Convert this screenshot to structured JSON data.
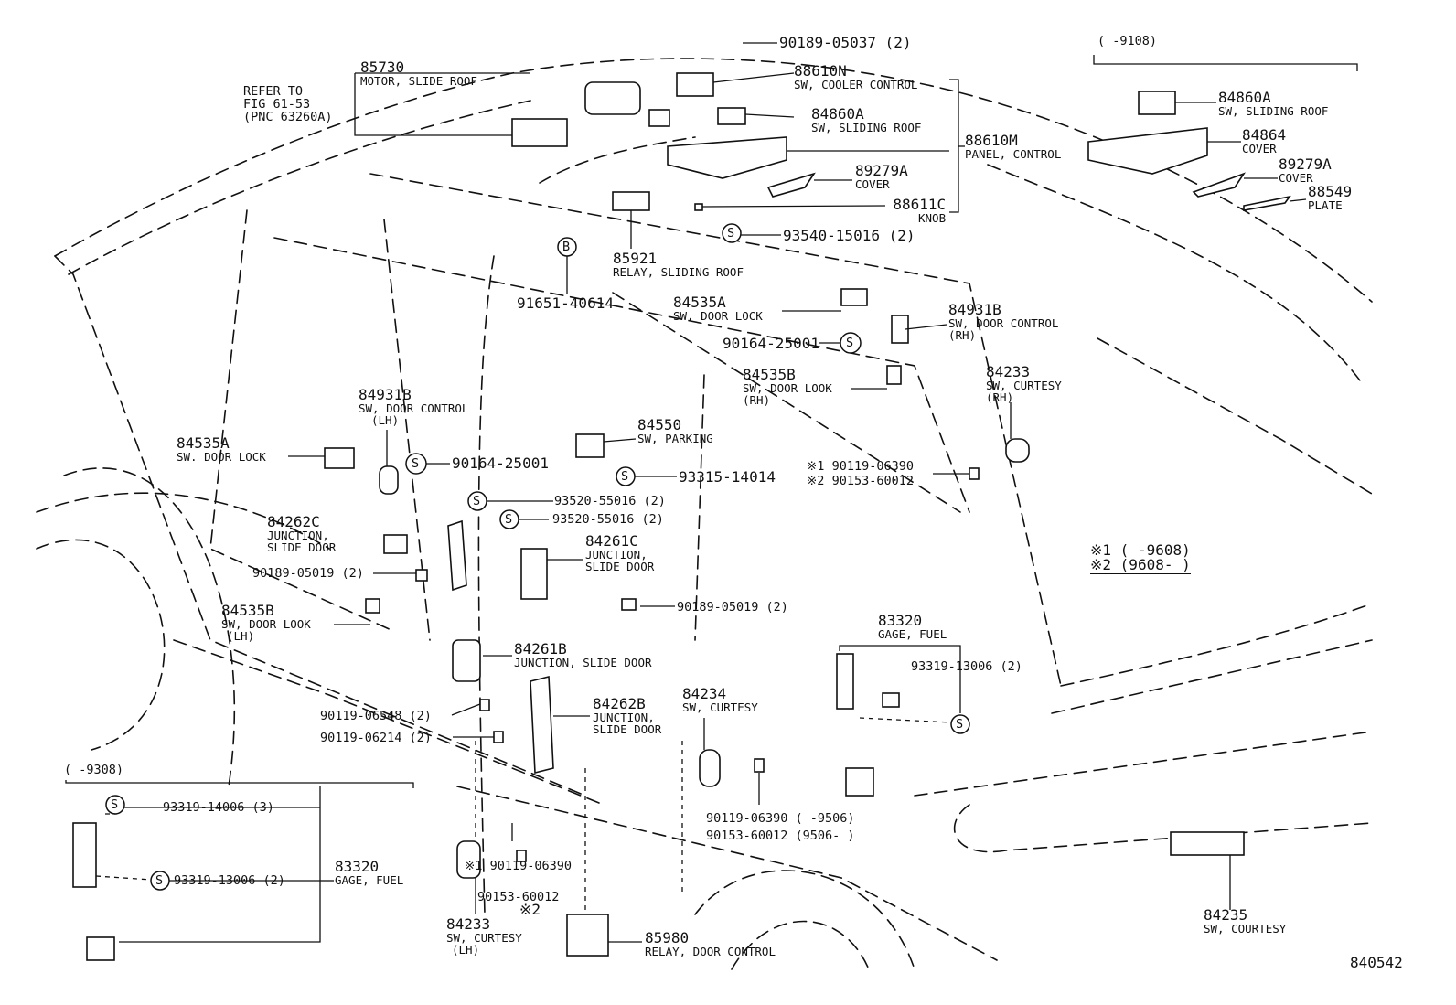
{
  "diagram": {
    "figure_number": "840542",
    "refer_note": [
      "REFER TO",
      "FIG 61-53",
      "(PNC 63260A)"
    ],
    "callout_s": "S",
    "callout_b": "B",
    "inset_top_range": "(      -9108)",
    "inset_bottom_range": "(      -9308)",
    "legend": {
      "line1": "※1 (      -9608)",
      "line2": "※2 (9608-      )"
    }
  },
  "parts": [
    {
      "id": "85730",
      "num": "85730",
      "desc": [
        "MOTOR, SLIDE ROOF"
      ]
    },
    {
      "id": "90189-05037",
      "num": "90189-05037 (2)",
      "desc": []
    },
    {
      "id": "88610N",
      "num": "88610N",
      "desc": [
        "SW, COOLER CONTROL"
      ]
    },
    {
      "id": "84860A-main",
      "num": "84860A",
      "desc": [
        "SW, SLIDING ROOF"
      ]
    },
    {
      "id": "88610M",
      "num": "88610M",
      "desc": [
        "PANEL, CONTROL"
      ]
    },
    {
      "id": "89279A-main",
      "num": "89279A",
      "desc": [
        "COVER"
      ]
    },
    {
      "id": "88611C",
      "num": "88611C",
      "desc": [
        "KNOB"
      ]
    },
    {
      "id": "93540-15016",
      "num": "93540-15016 (2)",
      "desc": []
    },
    {
      "id": "85921",
      "num": "85921",
      "desc": [
        "RELAY, SLIDING ROOF"
      ]
    },
    {
      "id": "91651-40614",
      "num": "91651-40614",
      "desc": []
    },
    {
      "id": "84860A-inset",
      "num": "84860A",
      "desc": [
        "SW, SLIDING ROOF"
      ]
    },
    {
      "id": "84864",
      "num": "84864",
      "desc": [
        "COVER"
      ]
    },
    {
      "id": "89279A-inset",
      "num": "89279A",
      "desc": [
        "COVER"
      ]
    },
    {
      "id": "88549",
      "num": "88549",
      "desc": [
        "PLATE"
      ]
    },
    {
      "id": "84535A-rh",
      "num": "84535A",
      "desc": [
        "SW, DOOR LOCK"
      ]
    },
    {
      "id": "90164-25001-rh",
      "num": "90164-25001",
      "desc": []
    },
    {
      "id": "84931B-rh",
      "num": "84931B",
      "desc": [
        "SW, DOOR CONTROL",
        "(RH)"
      ]
    },
    {
      "id": "84535B-rh",
      "num": "84535B",
      "desc": [
        "SW, DOOR LOOK",
        "(RH)"
      ]
    },
    {
      "id": "84233-rh",
      "num": "84233",
      "desc": [
        "SW, CURTESY",
        "(RH)"
      ]
    },
    {
      "id": "90119-06390-a",
      "num": "※1 90119-06390",
      "desc": []
    },
    {
      "id": "90153-60012-a",
      "num": "※2 90153-60012",
      "desc": []
    },
    {
      "id": "84931B-lh",
      "num": "84931B",
      "desc": [
        "SW, DOOR CONTROL",
        "(LH)"
      ]
    },
    {
      "id": "84535A-lh",
      "num": "84535A",
      "desc": [
        "SW. DOOR LOCK"
      ]
    },
    {
      "id": "90164-25001-lh",
      "num": "90164-25001",
      "desc": []
    },
    {
      "id": "84550",
      "num": "84550",
      "desc": [
        "SW, PARKING"
      ]
    },
    {
      "id": "93315-14014",
      "num": "93315-14014",
      "desc": []
    },
    {
      "id": "93520-55016-a",
      "num": "93520-55016 (2)",
      "desc": []
    },
    {
      "id": "93520-55016-b",
      "num": "93520-55016 (2)",
      "desc": []
    },
    {
      "id": "84262C",
      "num": "84262C",
      "desc": [
        "JUNCTION,",
        "SLIDE DOOR"
      ]
    },
    {
      "id": "84261C",
      "num": "84261C",
      "desc": [
        "JUNCTION,",
        "SLIDE DOOR"
      ]
    },
    {
      "id": "90189-05019-a",
      "num": "90189-05019 (2)",
      "desc": []
    },
    {
      "id": "90189-05019-b",
      "num": "90189-05019 (2)",
      "desc": []
    },
    {
      "id": "84535B-lh",
      "num": "84535B",
      "desc": [
        "SW, DOOR LOOK",
        "(LH)"
      ]
    },
    {
      "id": "84261B",
      "num": "84261B",
      "desc": [
        "JUNCTION,  SLIDE DOOR"
      ]
    },
    {
      "id": "83320-main",
      "num": "83320",
      "desc": [
        "GAGE, FUEL"
      ]
    },
    {
      "id": "93319-13006-main",
      "num": "93319-13006 (2)",
      "desc": []
    },
    {
      "id": "90119-06548",
      "num": "90119-06548 (2)",
      "desc": []
    },
    {
      "id": "90119-06214",
      "num": "90119-06214 (2)",
      "desc": []
    },
    {
      "id": "84262B",
      "num": "84262B",
      "desc": [
        "JUNCTION,",
        "SLIDE DOOR"
      ]
    },
    {
      "id": "84234",
      "num": "84234",
      "desc": [
        "SW, CURTESY"
      ]
    },
    {
      "id": "90119-06390-b",
      "num": "90119-06390 (      -9506)",
      "desc": []
    },
    {
      "id": "90153-60012-b",
      "num": "90153-60012 (9506-      )",
      "desc": []
    },
    {
      "id": "93319-14006-inset",
      "num": "93319-14006 (3)",
      "desc": []
    },
    {
      "id": "93319-13006-inset",
      "num": "93319-13006 (2)",
      "desc": []
    },
    {
      "id": "83320-inset",
      "num": "83320",
      "desc": [
        "GAGE, FUEL"
      ]
    },
    {
      "id": "84233-lh",
      "num": "84233",
      "desc": [
        "SW, CURTESY",
        "(LH)"
      ]
    },
    {
      "id": "90119-06390-c",
      "num": "※1 90119-06390",
      "desc": []
    },
    {
      "id": "90153-60012-c",
      "num": "90153-60012",
      "desc": [
        "※2"
      ]
    },
    {
      "id": "85980",
      "num": "85980",
      "desc": [
        "RELAY, DOOR CONTROL"
      ]
    },
    {
      "id": "84235",
      "num": "84235",
      "desc": [
        "SW, COURTESY"
      ]
    }
  ]
}
